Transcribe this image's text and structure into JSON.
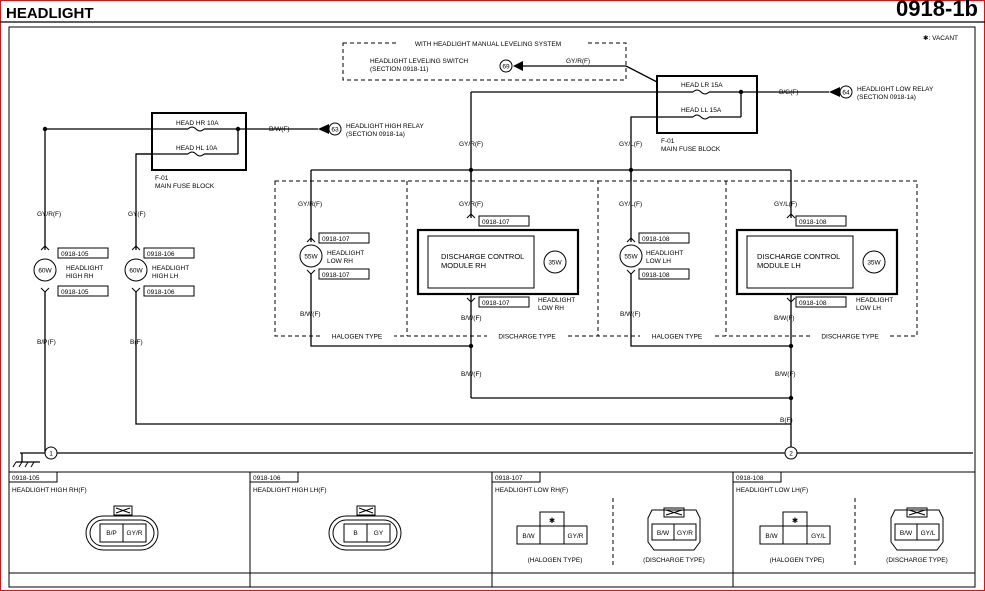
{
  "header": {
    "title": "HEADLIGHT",
    "code": "0918-1b"
  },
  "legend": {
    "vacant": "✱: VACANT"
  },
  "leveling_box": {
    "title": "WITH HEADLIGHT MANUAL LEVELING SYSTEM",
    "switch_label": "HEADLIGHT LEVELING SWITCH",
    "switch_section": "(SECTION 0918-11)",
    "switch_pin": "69",
    "wire": "GY/R(F)"
  },
  "fuse_left": {
    "fuse1": "HEAD HR 10A",
    "fuse2": "HEAD HL 10A",
    "block_id": "F-01",
    "block_name": "MAIN FUSE BLOCK",
    "relay_wire": "B/W(F)",
    "relay_pin": "63",
    "relay_label": "HEADLIGHT HIGH RELAY",
    "relay_section": "(SECTION 0918-1a)"
  },
  "fuse_right": {
    "fuse1": "HEAD LR 15A",
    "fuse2": "HEAD LL 15A",
    "block_id": "F-01",
    "block_name": "MAIN FUSE BLOCK",
    "relay_wire": "B/G(F)",
    "relay_pin": "64",
    "relay_label": "HEADLIGHT LOW RELAY",
    "relay_section": "(SECTION 0918-1a)"
  },
  "high_beams": [
    {
      "wire_top": "GY/R(F)",
      "conn_top": "0918-105",
      "watt": "60W",
      "name1": "HEADLIGHT",
      "name2": "HIGH RH",
      "conn_bot": "0918-105",
      "wire_bot": "B/P(F)"
    },
    {
      "wire_top": "GY(F)",
      "conn_top": "0918-106",
      "watt": "60W",
      "name1": "HEADLIGHT",
      "name2": "HIGH LH",
      "conn_bot": "0918-106",
      "wire_bot": "B(F)"
    }
  ],
  "feeds": {
    "rh": "GY/R(F)",
    "lh": "GY/L(F)"
  },
  "low_rh": {
    "halogen": {
      "wire_top": "GY/R(F)",
      "conn_top": "0918-107",
      "watt": "55W",
      "name1": "HEADLIGHT",
      "name2": "LOW RH",
      "conn_bot": "0918-107",
      "wire_bot": "B/W(F)",
      "type": "HALOGEN TYPE"
    },
    "discharge": {
      "wire_top": "GY/R(F)",
      "conn_top": "0918-107",
      "module1": "DISCHARGE CONTROL",
      "module2": "MODULE RH",
      "watt": "35W",
      "conn_bot": "0918-107",
      "name1": "HEADLIGHT",
      "name2": "LOW RH",
      "wire_bot": "B/W(F)",
      "type": "DISCHARGE TYPE"
    }
  },
  "low_lh": {
    "halogen": {
      "wire_top": "GY/L(F)",
      "conn_top": "0918-108",
      "watt": "55W",
      "name1": "HEADLIGHT",
      "name2": "LOW LH",
      "conn_bot": "0918-108",
      "wire_bot": "B/W(F)",
      "type": "HALOGEN TYPE"
    },
    "discharge": {
      "wire_top": "GY/L(F)",
      "conn_top": "0918-108",
      "module1": "DISCHARGE CONTROL",
      "module2": "MODULE LH",
      "watt": "35W",
      "conn_bot": "0918-108",
      "name1": "HEADLIGHT",
      "name2": "LOW LH",
      "wire_bot": "B/W(F)",
      "type": "DISCHARGE TYPE"
    }
  },
  "ground": {
    "rh_merge_wire": "B/W(F)",
    "lh_merge_wire": "B/W(F)",
    "common_wire": "B(F)",
    "point1": "1",
    "point2": "2"
  },
  "connectors": [
    {
      "id": "0918-105",
      "name": "HEADLIGHT HIGH RH(F)",
      "pin1": "B/P",
      "pin2": "GY/R"
    },
    {
      "id": "0918-106",
      "name": "HEADLIGHT HIGH LH(F)",
      "pin1": "B",
      "pin2": "GY"
    },
    {
      "id": "0918-107",
      "name": "HEADLIGHT LOW RH(F)",
      "hal_pin1": "B/W",
      "hal_pin2": "GY/R",
      "hal_mark": "✱",
      "hal_type": "(HALOGEN TYPE)",
      "dis_pin1": "B/W",
      "dis_pin2": "GY/R",
      "dis_type": "(DISCHARGE TYPE)"
    },
    {
      "id": "0918-108",
      "name": "HEADLIGHT LOW LH(F)",
      "hal_pin1": "B/W",
      "hal_pin2": "GY/L",
      "hal_mark": "✱",
      "hal_type": "(HALOGEN TYPE)",
      "dis_pin1": "B/W",
      "dis_pin2": "GY/L",
      "dis_type": "(DISCHARGE TYPE)"
    }
  ]
}
